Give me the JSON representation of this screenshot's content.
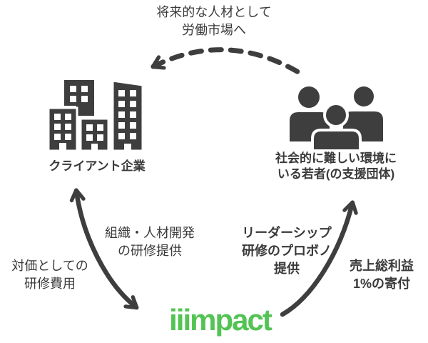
{
  "colors": {
    "icon_dark": "#3e3e3e",
    "arrow": "#3e3e3e",
    "text": "#3a3a3a",
    "logo_green": "#53c353"
  },
  "diagram": {
    "top_flow": {
      "line1": "将来的な人材として",
      "line2": "労働市場へ"
    },
    "client": {
      "label": "クライアント企業",
      "icon": "buildings-icon"
    },
    "youth": {
      "line1": "社会的に難しい環境に",
      "line2": "いる若者(の支援団体)",
      "icon": "people-group-icon"
    },
    "training_provide": {
      "line1": "組織・人材開発",
      "line2": "の研修提供"
    },
    "training_fee": {
      "line1": "対価としての",
      "line2": "研修費用"
    },
    "probono": {
      "line1": "リーダーシップ",
      "line2": "研修のプロボノ",
      "line3": "提供"
    },
    "donation": {
      "line1": "売上総利益",
      "line2": "1%の寄付"
    },
    "logo": {
      "text": "iiimpact"
    }
  }
}
